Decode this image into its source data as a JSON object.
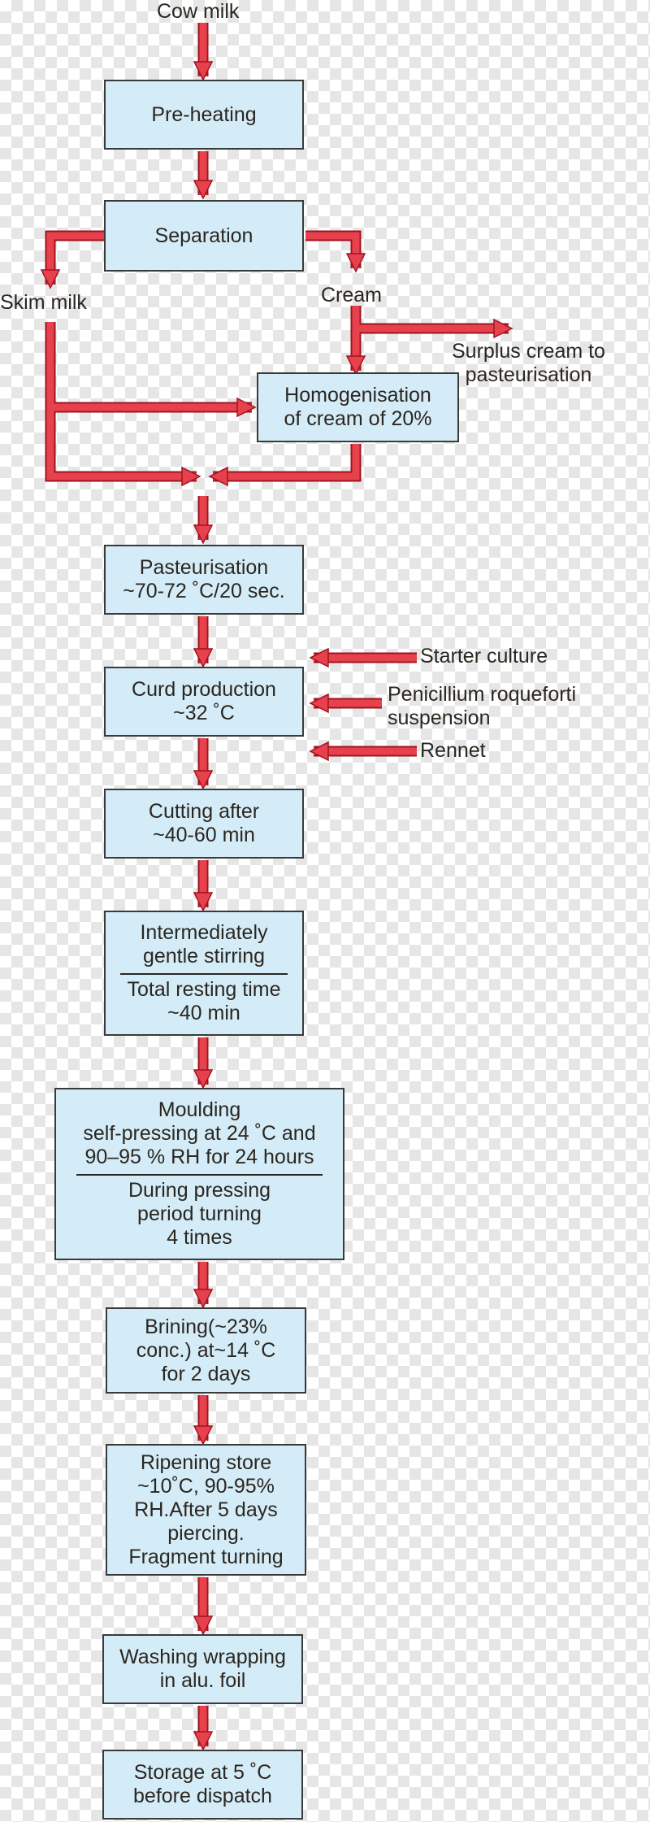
{
  "nodes": {
    "cow_milk": "Cow milk",
    "pre_heating": "Pre-heating",
    "separation": "Separation",
    "skim_milk": "Skim milk",
    "cream": "Cream",
    "surplus_cream": [
      "Surplus cream to",
      "pasteurisation"
    ],
    "homogenisation": [
      "Homogenisation",
      "of cream of 20%"
    ],
    "pasteurisation": [
      "Pasteurisation",
      "~70-72 ˚C/20 sec."
    ],
    "curd_production": [
      "Curd production",
      "~32 ˚C"
    ],
    "starter_culture": "Starter culture",
    "penicillium": [
      "Penicillium roqueforti",
      "suspension"
    ],
    "rennet": "Rennet",
    "cutting": [
      "Cutting after",
      "~40-60 min"
    ],
    "stirring_top": [
      "Intermediately",
      "gentle stirring"
    ],
    "stirring_bottom": [
      "Total resting time",
      "~40 min"
    ],
    "moulding_top": [
      "Moulding",
      "self-pressing at 24 ˚C and",
      "90–95 % RH for 24 hours"
    ],
    "moulding_bottom": [
      "During pressing",
      "period turning",
      "4 times"
    ],
    "brining": [
      "Brining(~23%",
      "conc.) at~14 ˚C",
      "for 2 days"
    ],
    "ripening": [
      "Ripening store",
      "~10˚C, 90-95%",
      "RH.After 5 days",
      "piercing.",
      "Fragment turning"
    ],
    "washing": [
      "Washing wrapping",
      "in alu. foil"
    ],
    "storage": [
      "Storage at 5 ˚C",
      "before dispatch"
    ]
  },
  "colors": {
    "box_fill": "#d4ecf7",
    "box_border": "#3a3a3a",
    "arrow_fill": "#e8414e",
    "arrow_outline": "#a01420",
    "text": "#2b2620"
  }
}
